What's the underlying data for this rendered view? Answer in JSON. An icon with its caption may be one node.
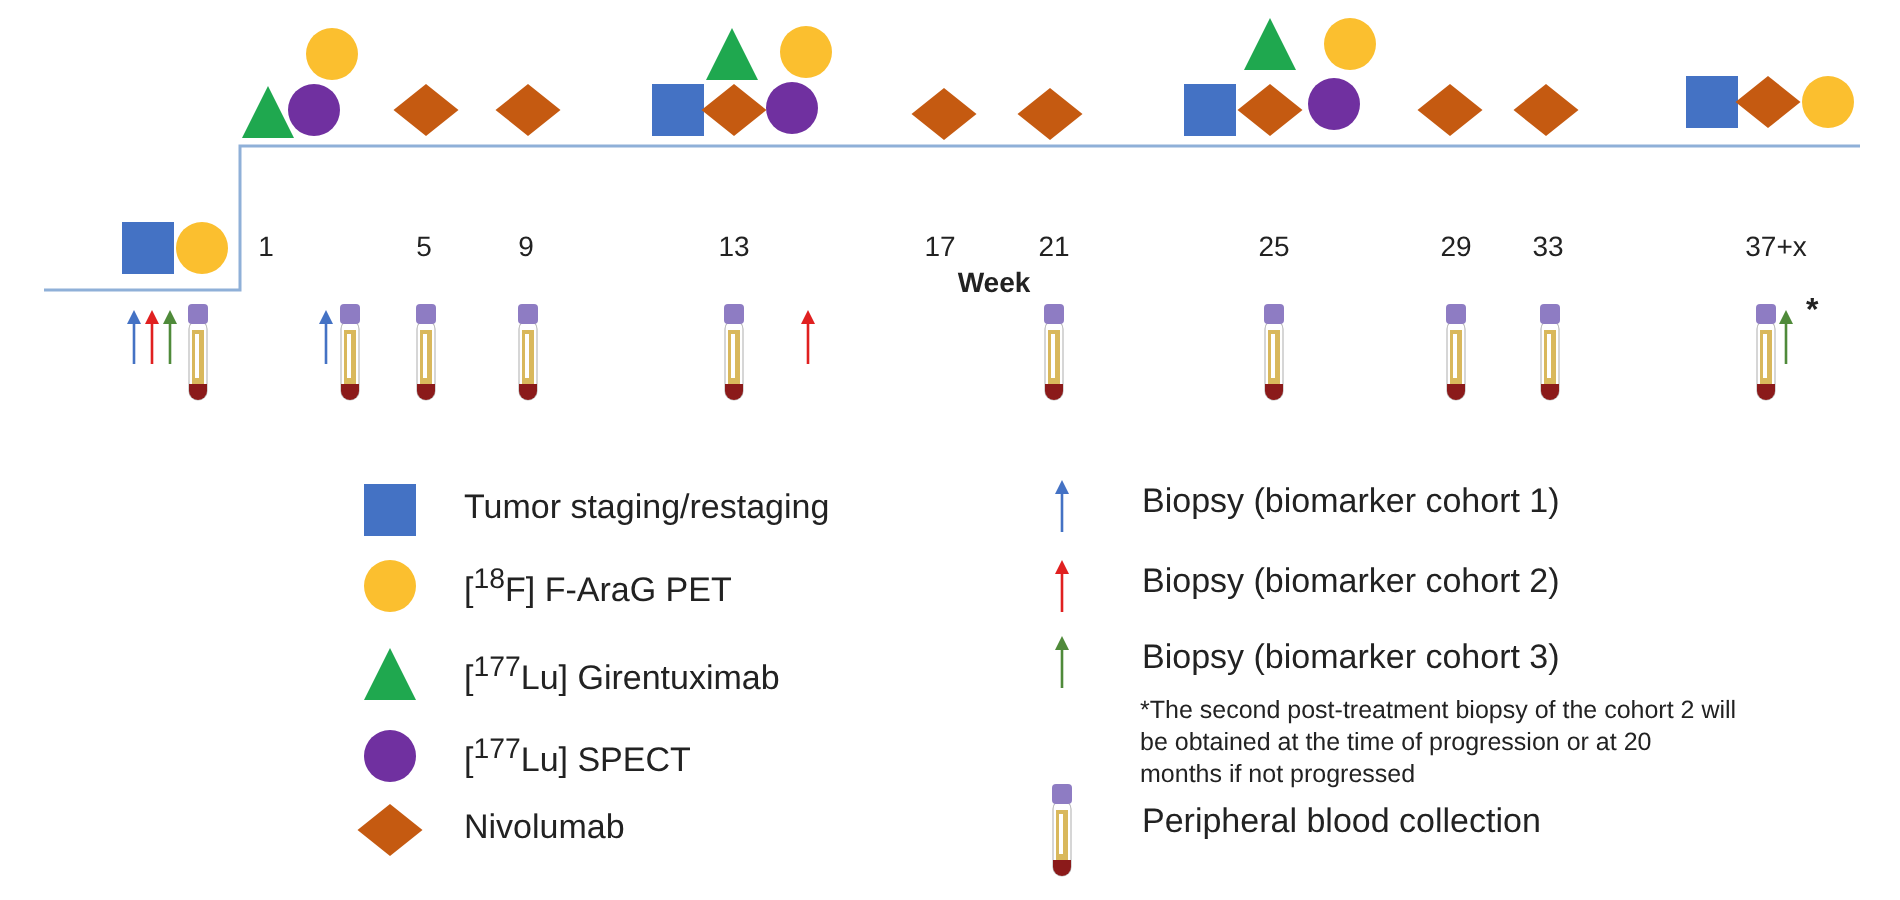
{
  "diagram": {
    "labels": [
      "1",
      "5",
      "9",
      "13",
      "17",
      "21",
      "25",
      "29",
      "33",
      "37+x",
      "Week",
      "*",
      "*The second post-treatment biopsy of the cohort 2 will be obtained at the time of progression or at 20 months if not progressed"
    ],
    "legend": [
      {
        "text": "Tumor staging/restaging"
      },
      {
        "text": "[$^{18}$F] F-AraG PET"
      },
      {
        "text": "[$^{177}$Lu] Girentuximab"
      },
      {
        "text": "[$^{177}$Lu] SPECT"
      },
      {
        "text": "Nivolumab"
      },
      {
        "text": "Biopsy (biomarker cohort 1)"
      },
      {
        "text": "Biopsy (biomarker cohort 2)"
      },
      {
        "text": "Biopsy (biomarker cohort 3)"
      },
      {
        "text": "Peripheral blood collection"
      }
    ]
  }
}
